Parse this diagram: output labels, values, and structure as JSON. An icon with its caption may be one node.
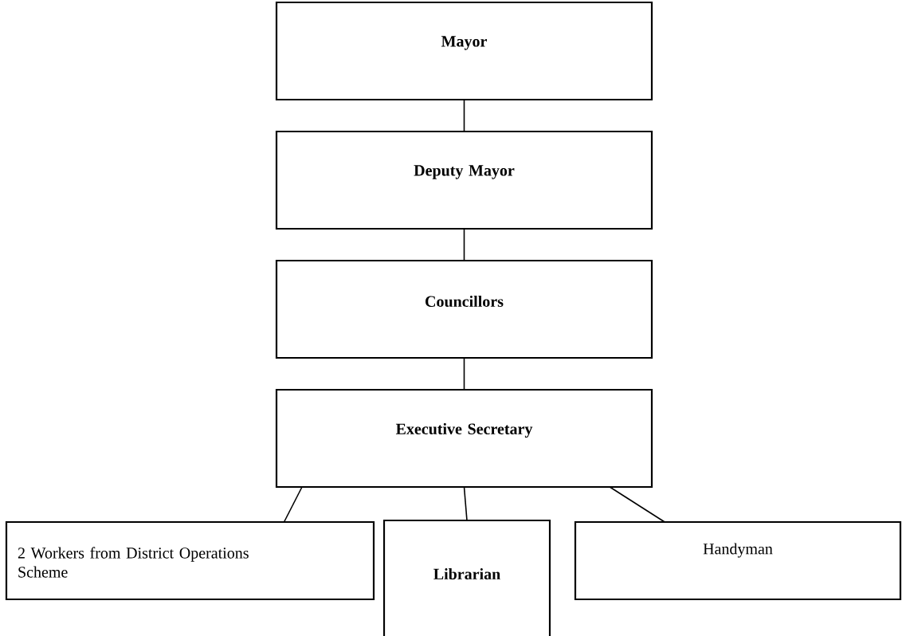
{
  "diagram": {
    "nodes": [
      {
        "text": [
          "Mayor"
        ]
      },
      {
        "text": [
          "Deputy Mayor"
        ]
      },
      {
        "text": [
          "Councillors"
        ]
      },
      {
        "text": [
          "Executive Secretary"
        ]
      },
      {
        "text": [
          "2 Workers from District Operations Scheme"
        ]
      },
      {
        "text": [
          "Librarian"
        ]
      },
      {
        "text": [
          "Handyman"
        ]
      }
    ],
    "edges": [
      {
        "from": 0,
        "to": 1,
        "arrow": "none"
      },
      {
        "from": 1,
        "to": 2,
        "arrow": "none"
      },
      {
        "from": 2,
        "to": 3,
        "arrow": "none"
      },
      {
        "from": 3,
        "to": 4,
        "arrow": "none"
      },
      {
        "from": 3,
        "to": 5,
        "arrow": "none"
      },
      {
        "from": 3,
        "to": 6,
        "arrow": "none"
      }
    ]
  }
}
